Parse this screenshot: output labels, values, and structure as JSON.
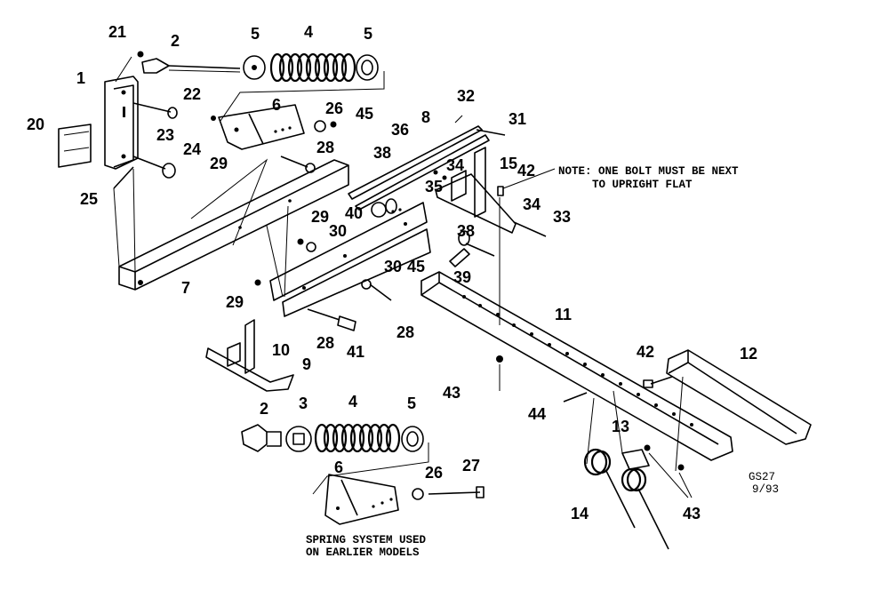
{
  "diagram": {
    "callouts": [
      "1",
      "2",
      "3",
      "4",
      "5",
      "6",
      "7",
      "8",
      "9",
      "10",
      "11",
      "12",
      "13",
      "14",
      "15",
      "20",
      "21",
      "22",
      "23",
      "24",
      "25",
      "26",
      "27",
      "28",
      "29",
      "30",
      "31",
      "32",
      "33",
      "34",
      "35",
      "36",
      "38",
      "39",
      "40",
      "41",
      "42",
      "43",
      "44",
      "45"
    ],
    "note": {
      "line1": "NOTE: ONE BOLT MUST BE NEXT",
      "line2": "TO UPRIGHT FLAT"
    },
    "caption": {
      "line1": "SPRING SYSTEM USED",
      "line2": "ON EARLIER MODELS"
    },
    "drawing_id": "GS27",
    "drawing_date": "9/93"
  }
}
